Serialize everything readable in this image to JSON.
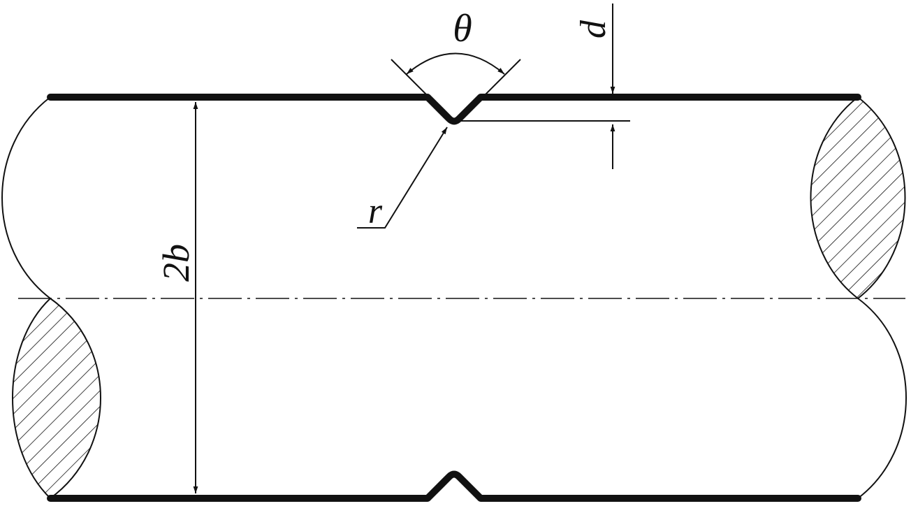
{
  "diagram": {
    "labels": {
      "theta": "θ",
      "depth": "d",
      "radius": "r",
      "width": "2b"
    },
    "colors": {
      "line": "#111111",
      "background": "#ffffff"
    }
  }
}
